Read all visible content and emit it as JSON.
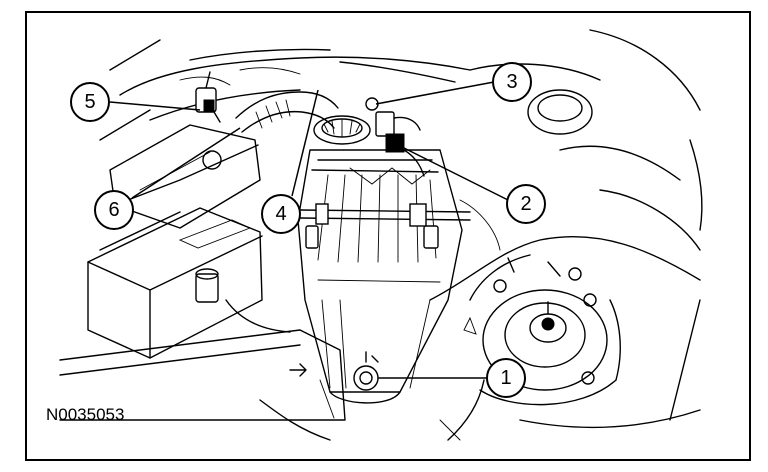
{
  "figure_id": "N0035053",
  "callouts": [
    {
      "label": "1"
    },
    {
      "label": "2"
    },
    {
      "label": "3"
    },
    {
      "label": "4"
    },
    {
      "label": "5"
    },
    {
      "label": "6"
    }
  ]
}
